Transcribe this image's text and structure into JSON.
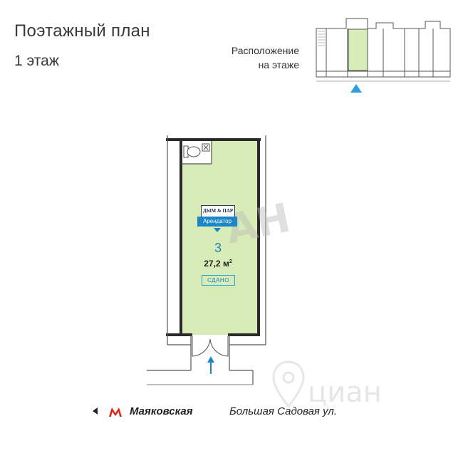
{
  "header": {
    "title": "Поэтажный план",
    "floor": "1 этаж"
  },
  "location": {
    "line1": "Расположение",
    "line2": "на этаже"
  },
  "unit": {
    "tenant_logo": "ДЫМ & ПАР",
    "tenant_tag": "Арендатор",
    "number": "3",
    "area": "27,2 м",
    "area_sup": "2",
    "status": "СДАНО"
  },
  "footer": {
    "metro_name": "Маяковская",
    "street": "Большая Садовая ул."
  },
  "watermark": {
    "text": "циан"
  },
  "colors": {
    "room_fill": "#d8ecb8",
    "accent": "#1b85c8",
    "metro_red": "#e2231a",
    "wall": "#2a2a2a"
  }
}
